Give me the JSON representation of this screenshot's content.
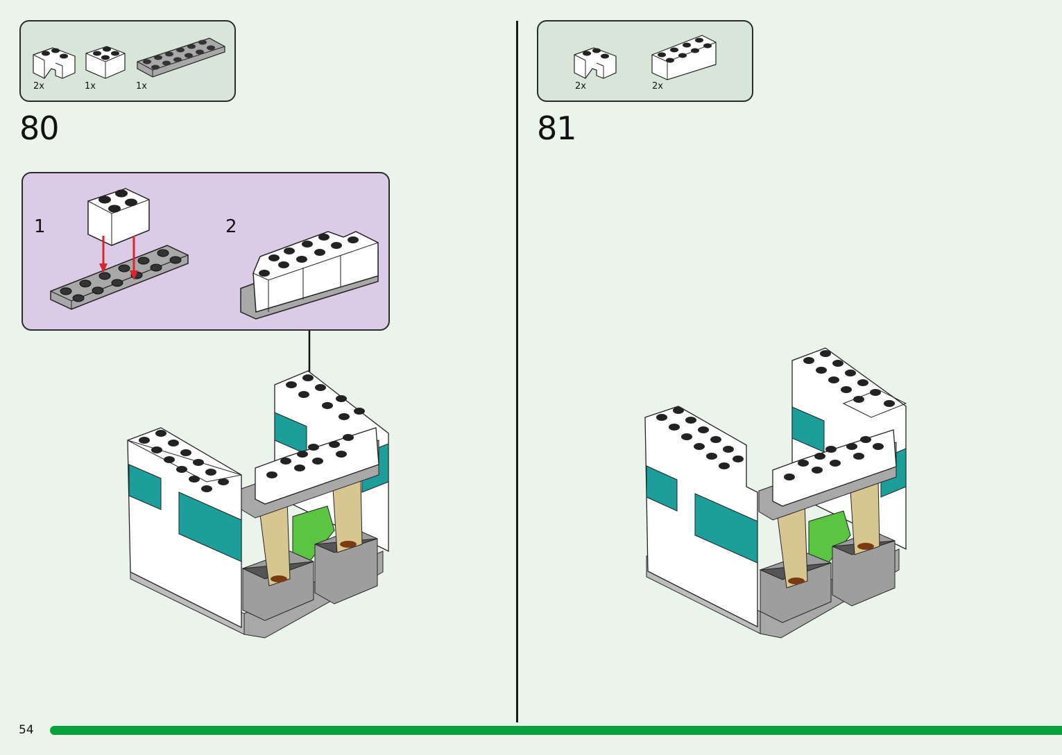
{
  "page": {
    "number": "54",
    "colors": {
      "background": "#eaf4ea",
      "parts_box": "#d8e6d9",
      "callout": "#dccbe6",
      "progress_bar": "#07a13c",
      "white_brick": "#ffffff",
      "teal_brick": "#1d9e9a",
      "gray_plate": "#a6a6a6",
      "dark_gray": "#6e6e6e",
      "tan_bar": "#d8c690",
      "lime_brick": "#5cc443",
      "arrow_red": "#d6262f"
    }
  },
  "steps": [
    {
      "number": "80",
      "parts": [
        {
          "name": "white-corner-brick",
          "qty": "2x"
        },
        {
          "name": "white-2x2-brick",
          "qty": "1x"
        },
        {
          "name": "gray-2x6-plate",
          "qty": "1x"
        }
      ],
      "sub_assembly": {
        "steps": [
          {
            "number": "1"
          },
          {
            "number": "2"
          }
        ]
      }
    },
    {
      "number": "81",
      "parts": [
        {
          "name": "white-corner-brick",
          "qty": "2x"
        },
        {
          "name": "white-2x4-brick",
          "qty": "2x"
        }
      ]
    }
  ]
}
